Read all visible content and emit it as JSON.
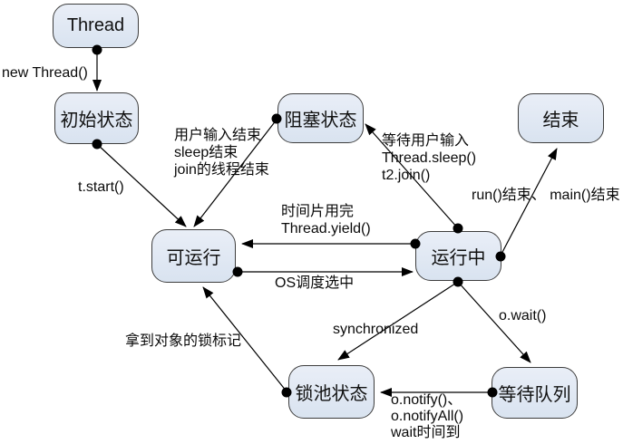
{
  "diagram": {
    "nodes": {
      "thread": {
        "label": "Thread"
      },
      "initial": {
        "label": "初始状态"
      },
      "blocked": {
        "label": "阻塞状态"
      },
      "end": {
        "label": "结束"
      },
      "runnable": {
        "label": "可运行"
      },
      "running": {
        "label": "运行中"
      },
      "lockpool": {
        "label": "锁池状态"
      },
      "waitqueue": {
        "label": "等待队列"
      }
    },
    "edge_labels": {
      "new_thread": "new Thread()",
      "t_start": "t.start()",
      "blocked_release": [
        "用户输入结束",
        "sleep结束",
        "join的线程结束"
      ],
      "to_blocked": [
        "等待用户输入",
        "Thread.sleep()",
        "t2.join()"
      ],
      "to_end": "run()结束、 main()结束",
      "yield": [
        "时间片用完",
        "Thread.yield()"
      ],
      "os_schedule": "OS调度选中",
      "acquire_lock": "拿到对象的锁标记",
      "synchronized": "synchronized",
      "o_wait": "o.wait()",
      "notify": [
        "o.notify()、",
        "o.notifyAll()",
        "wait时间到"
      ]
    },
    "colors": {
      "node_fill_top": "#e9eef7",
      "node_fill_bottom": "#d9e3f0",
      "node_border": "#3d3d3d",
      "line": "#000000",
      "background": "#ffffff"
    }
  }
}
